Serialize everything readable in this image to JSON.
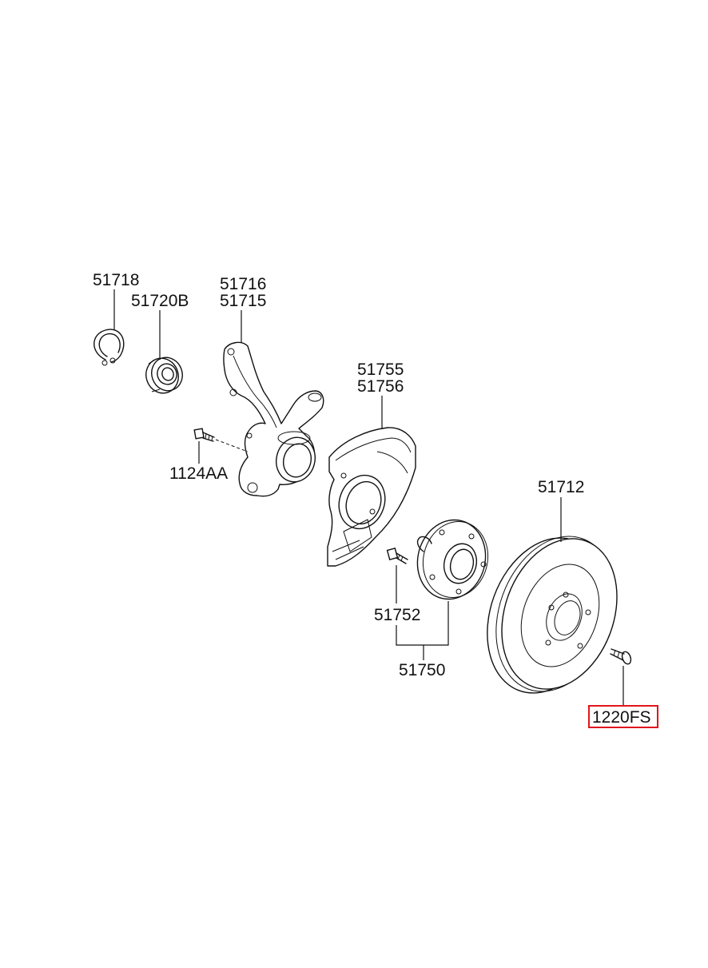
{
  "labels": {
    "p51718": "51718",
    "p51720B": "51720B",
    "p51716": "51716",
    "p51715": "51715",
    "p1124AA": "1124AA",
    "p51755": "51755",
    "p51756": "51756",
    "p51712": "51712",
    "p51752": "51752",
    "p51750": "51750",
    "p1220FS": "1220FS"
  },
  "highlight": {
    "part": "1220FS",
    "color": "#e0161b"
  }
}
